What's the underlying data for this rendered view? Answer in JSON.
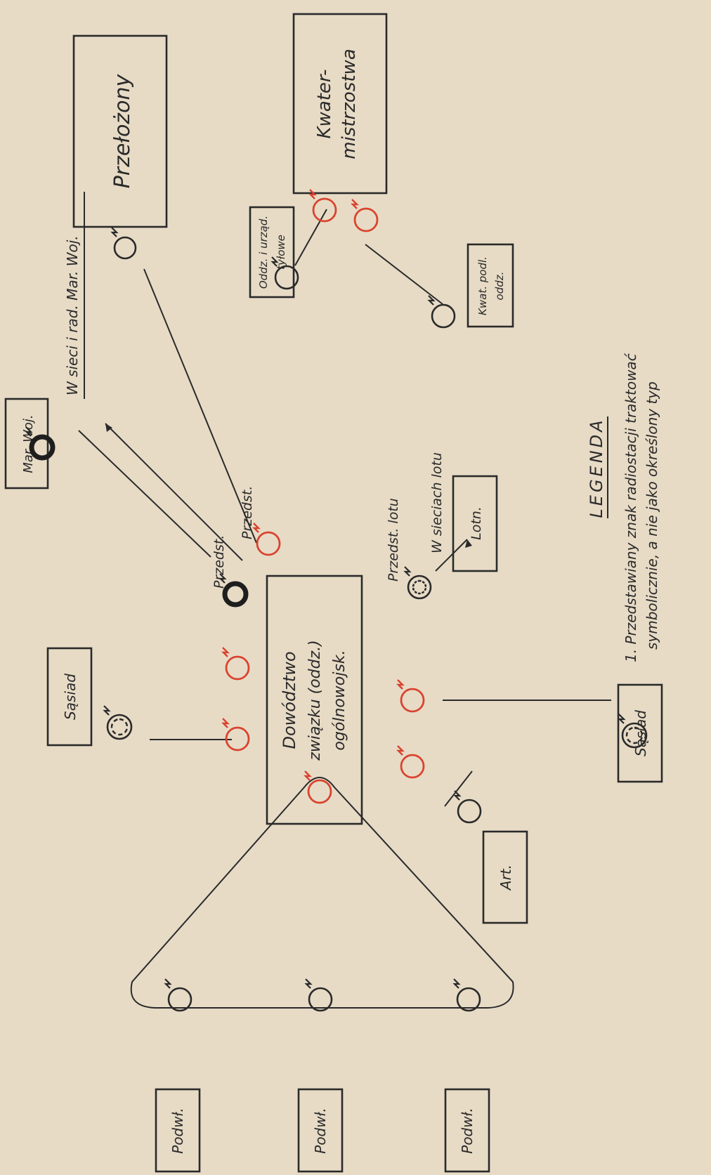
{
  "labels": {
    "przelozony": "Przełożony",
    "kwatermistrzostwa_1": "Kwater-",
    "kwatermistrzostwa_2": "mistrzostwa",
    "odd_urzad_1": "Oddz. i urząd.",
    "odd_urzad_2": "tyłowe",
    "kwat_podl_1": "Kwat. podl.",
    "kwat_podl_2": "oddz.",
    "mar_woj": "Mar. Woj.",
    "w_sieci_mar_woj": "W sieci i rad. Mar. Woj.",
    "przedst": "Przedst.",
    "przedst_lotu": "Przedst. lotu",
    "w_sieciach_lotu": "W sieciach lotu",
    "lotn": "Lotn.",
    "dowodztwo_1": "Dowództwo",
    "dowodztwo_2": "związku (oddz.)",
    "dowodztwo_3": "ogólnowojsk.",
    "sasiad_top": "Sąsiad",
    "sasiad_bottom": "Sąsiad",
    "art": "Art.",
    "podwl_1": "Podwł.",
    "podwl_2": "Podwł.",
    "podwl_3": "Podwł.",
    "legenda_title": "LEGENDA",
    "legenda_line_1": "1. Przedstawiany znak radiostacji traktować",
    "legenda_line_2": "symbolicznie, a nie jako określony typ"
  },
  "colors": {
    "paper": "#e7dbc6",
    "ink": "#2a2a2a",
    "red": "#d9432e"
  },
  "icons": {
    "radio_station": "radio-station-icon",
    "lightning": "lightning-bolt-icon"
  }
}
